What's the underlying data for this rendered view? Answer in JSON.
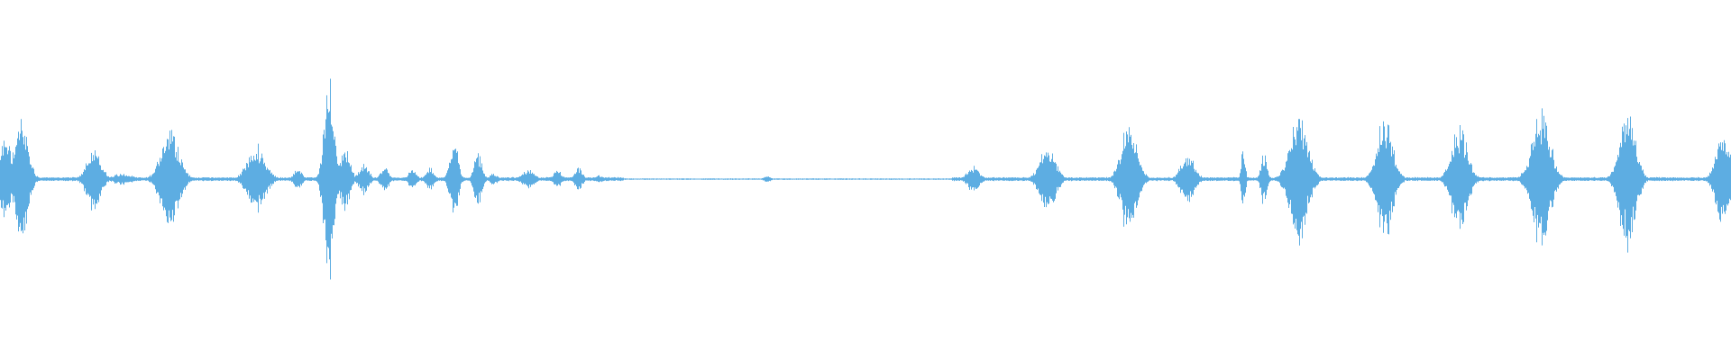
{
  "waveform": {
    "color": "#5dade2",
    "background": "#ffffff",
    "bursts": [
      {
        "t": 0.003,
        "amp": 0.22,
        "w": 0.006
      },
      {
        "t": 0.012,
        "amp": 0.32,
        "w": 0.007
      },
      {
        "t": 0.054,
        "amp": 0.18,
        "w": 0.007
      },
      {
        "t": 0.07,
        "amp": 0.03,
        "w": 0.01
      },
      {
        "t": 0.098,
        "amp": 0.28,
        "w": 0.009
      },
      {
        "t": 0.148,
        "amp": 0.18,
        "w": 0.009
      },
      {
        "t": 0.172,
        "amp": 0.06,
        "w": 0.004
      },
      {
        "t": 0.19,
        "amp": 0.55,
        "w": 0.005
      },
      {
        "t": 0.199,
        "amp": 0.18,
        "w": 0.005
      },
      {
        "t": 0.21,
        "amp": 0.08,
        "w": 0.005
      },
      {
        "t": 0.222,
        "amp": 0.07,
        "w": 0.004
      },
      {
        "t": 0.238,
        "amp": 0.05,
        "w": 0.004
      },
      {
        "t": 0.248,
        "amp": 0.06,
        "w": 0.004
      },
      {
        "t": 0.262,
        "amp": 0.23,
        "w": 0.004
      },
      {
        "t": 0.276,
        "amp": 0.14,
        "w": 0.004
      },
      {
        "t": 0.285,
        "amp": 0.03,
        "w": 0.004
      },
      {
        "t": 0.305,
        "amp": 0.05,
        "w": 0.006
      },
      {
        "t": 0.322,
        "amp": 0.05,
        "w": 0.004
      },
      {
        "t": 0.334,
        "amp": 0.06,
        "w": 0.004
      },
      {
        "t": 0.346,
        "amp": 0.02,
        "w": 0.005
      },
      {
        "t": 0.443,
        "amp": 0.02,
        "w": 0.003
      },
      {
        "t": 0.562,
        "amp": 0.07,
        "w": 0.006
      },
      {
        "t": 0.605,
        "amp": 0.18,
        "w": 0.008
      },
      {
        "t": 0.652,
        "amp": 0.3,
        "w": 0.008
      },
      {
        "t": 0.686,
        "amp": 0.13,
        "w": 0.007
      },
      {
        "t": 0.718,
        "amp": 0.17,
        "w": 0.002
      },
      {
        "t": 0.73,
        "amp": 0.14,
        "w": 0.003
      },
      {
        "t": 0.75,
        "amp": 0.33,
        "w": 0.009
      },
      {
        "t": 0.8,
        "amp": 0.33,
        "w": 0.008
      },
      {
        "t": 0.843,
        "amp": 0.3,
        "w": 0.008
      },
      {
        "t": 0.89,
        "amp": 0.38,
        "w": 0.009
      },
      {
        "t": 0.94,
        "amp": 0.36,
        "w": 0.008
      },
      {
        "t": 0.995,
        "amp": 0.24,
        "w": 0.007
      }
    ]
  }
}
